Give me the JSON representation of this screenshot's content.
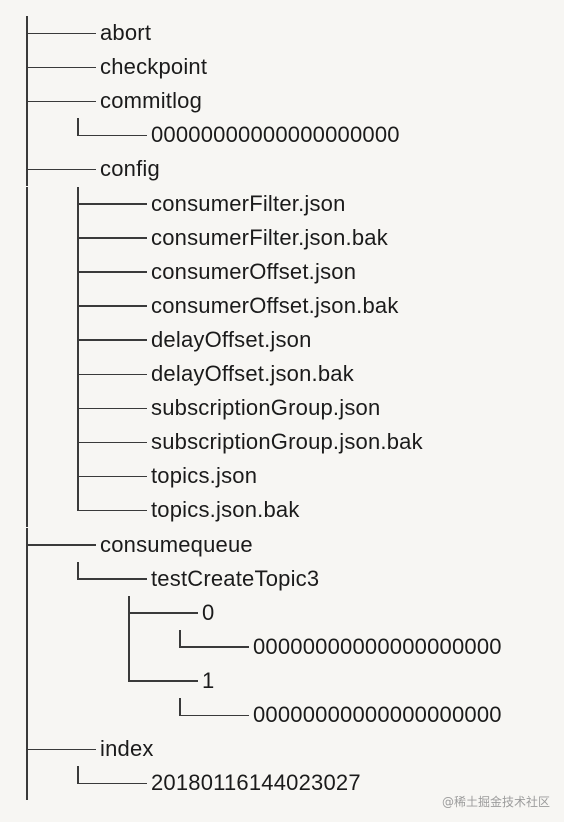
{
  "tree": [
    {
      "depth": 0,
      "name": "abort",
      "last": false
    },
    {
      "depth": 0,
      "name": "checkpoint",
      "last": false
    },
    {
      "depth": 0,
      "name": "commitlog",
      "last": false
    },
    {
      "depth": 1,
      "name": "00000000000000000000",
      "last": true
    },
    {
      "depth": 0,
      "name": "config",
      "last": false
    },
    {
      "depth": 1,
      "name": "consumerFilter.json",
      "last": false
    },
    {
      "depth": 1,
      "name": "consumerFilter.json.bak",
      "last": false
    },
    {
      "depth": 1,
      "name": "consumerOffset.json",
      "last": false
    },
    {
      "depth": 1,
      "name": "consumerOffset.json.bak",
      "last": false
    },
    {
      "depth": 1,
      "name": "delayOffset.json",
      "last": false
    },
    {
      "depth": 1,
      "name": "delayOffset.json.bak",
      "last": false
    },
    {
      "depth": 1,
      "name": "subscriptionGroup.json",
      "last": false
    },
    {
      "depth": 1,
      "name": "subscriptionGroup.json.bak",
      "last": false
    },
    {
      "depth": 1,
      "name": "topics.json",
      "last": false
    },
    {
      "depth": 1,
      "name": "topics.json.bak",
      "last": true
    },
    {
      "depth": 0,
      "name": "consumequeue",
      "last": false
    },
    {
      "depth": 1,
      "name": "testCreateTopic3",
      "last": true
    },
    {
      "depth": 2,
      "name": "0",
      "last": false
    },
    {
      "depth": 3,
      "name": "00000000000000000000",
      "last": true
    },
    {
      "depth": 2,
      "name": "1",
      "last": true
    },
    {
      "depth": 3,
      "name": "00000000000000000000",
      "last": true
    },
    {
      "depth": 0,
      "name": "index",
      "last": false
    },
    {
      "depth": 1,
      "name": "20180116144023027",
      "last": true
    }
  ],
  "watermark": "@稀土掘金技术社区"
}
